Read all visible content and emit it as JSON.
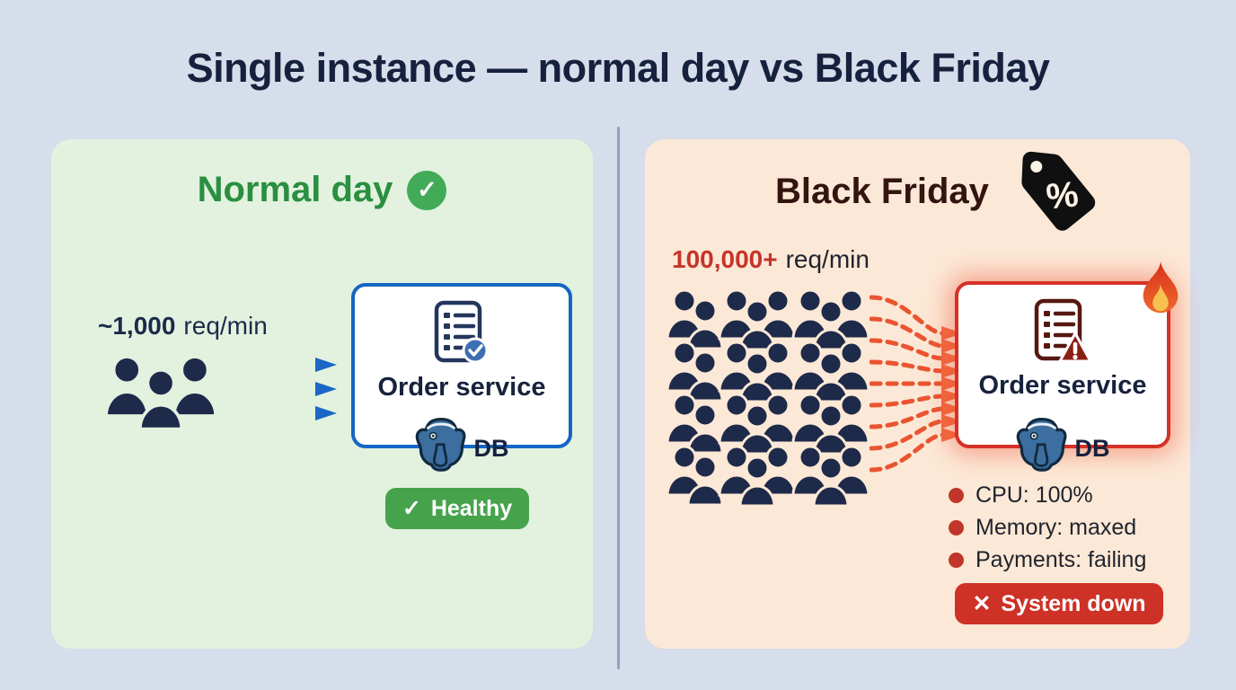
{
  "title": "Single instance — normal day vs Black Friday",
  "icons": {
    "check_glyph": "✓",
    "cross_glyph": "✕",
    "percent_glyph": "%"
  },
  "left_panel": {
    "heading": "Normal day",
    "traffic": {
      "value": "~1,000",
      "unit": "req/min"
    },
    "service": {
      "label": "Order service",
      "db_label": "DB"
    },
    "badge": {
      "label": "Healthy"
    }
  },
  "right_panel": {
    "heading": "Black Friday",
    "traffic": {
      "value": "100,000+",
      "unit": "req/min"
    },
    "service": {
      "label": "Order service",
      "db_label": "DB"
    },
    "metrics": [
      "CPU: 100%",
      "Memory: maxed",
      "Payments: failing"
    ],
    "badge": {
      "label": "System down"
    }
  },
  "colors": {
    "page_bg": "#d6ddeb",
    "left_panel_bg": "#e2f2df",
    "right_panel_bg": "#fce8d6",
    "green_accent": "#2a8f40",
    "healthy_badge": "#46a34c",
    "red_accent": "#c5342a",
    "down_badge": "#ce3126",
    "blue_accent": "#1565c4",
    "navy_text": "#16213d"
  }
}
